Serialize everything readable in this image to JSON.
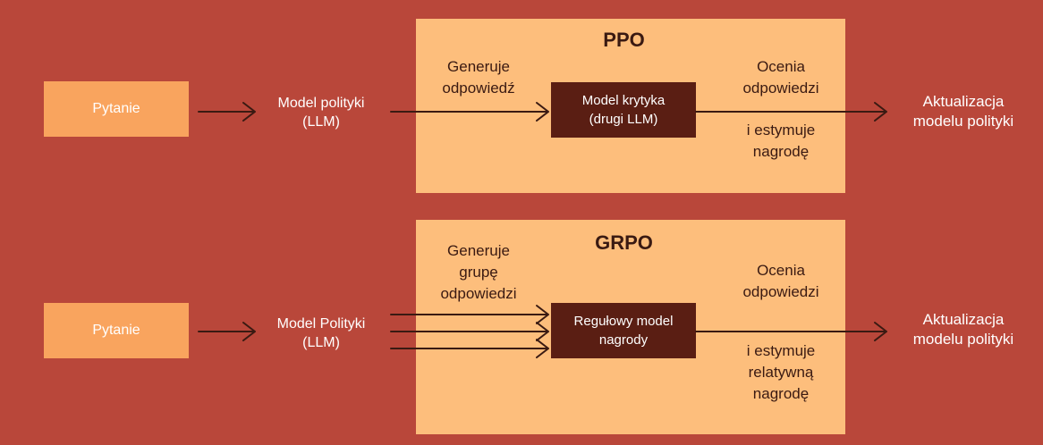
{
  "colors": {
    "background": "#b9473a",
    "panel": "#fdbe7c",
    "question_box": "#f9a45e",
    "dark_box": "#5a1e13",
    "arrow": "#3a1a12"
  },
  "ppo": {
    "title": "PPO",
    "question": "Pytanie",
    "policy_model": "Model polityki\n(LLM)",
    "generates": "Generuje\nodpowiedź",
    "critic_model": "Model krytyka\n(drugi LLM)",
    "evaluates": "Ocenia\nodpowiedzi",
    "estimates": "i estymuje\nnagrodę",
    "update": "Aktualizacja\nmodelu polityki"
  },
  "grpo": {
    "title": "GRPO",
    "question": "Pytanie",
    "policy_model": "Model Polityki\n(LLM)",
    "generates": "Generuje\ngrupę\nodpowiedzi",
    "reward_model": "Regułowy model\nnagrody",
    "evaluates": "Ocenia\nodpowiedzi",
    "estimates": "i estymuje\nrelatywną\nnagrodę",
    "update": "Aktualizacja\nmodelu polityki"
  }
}
